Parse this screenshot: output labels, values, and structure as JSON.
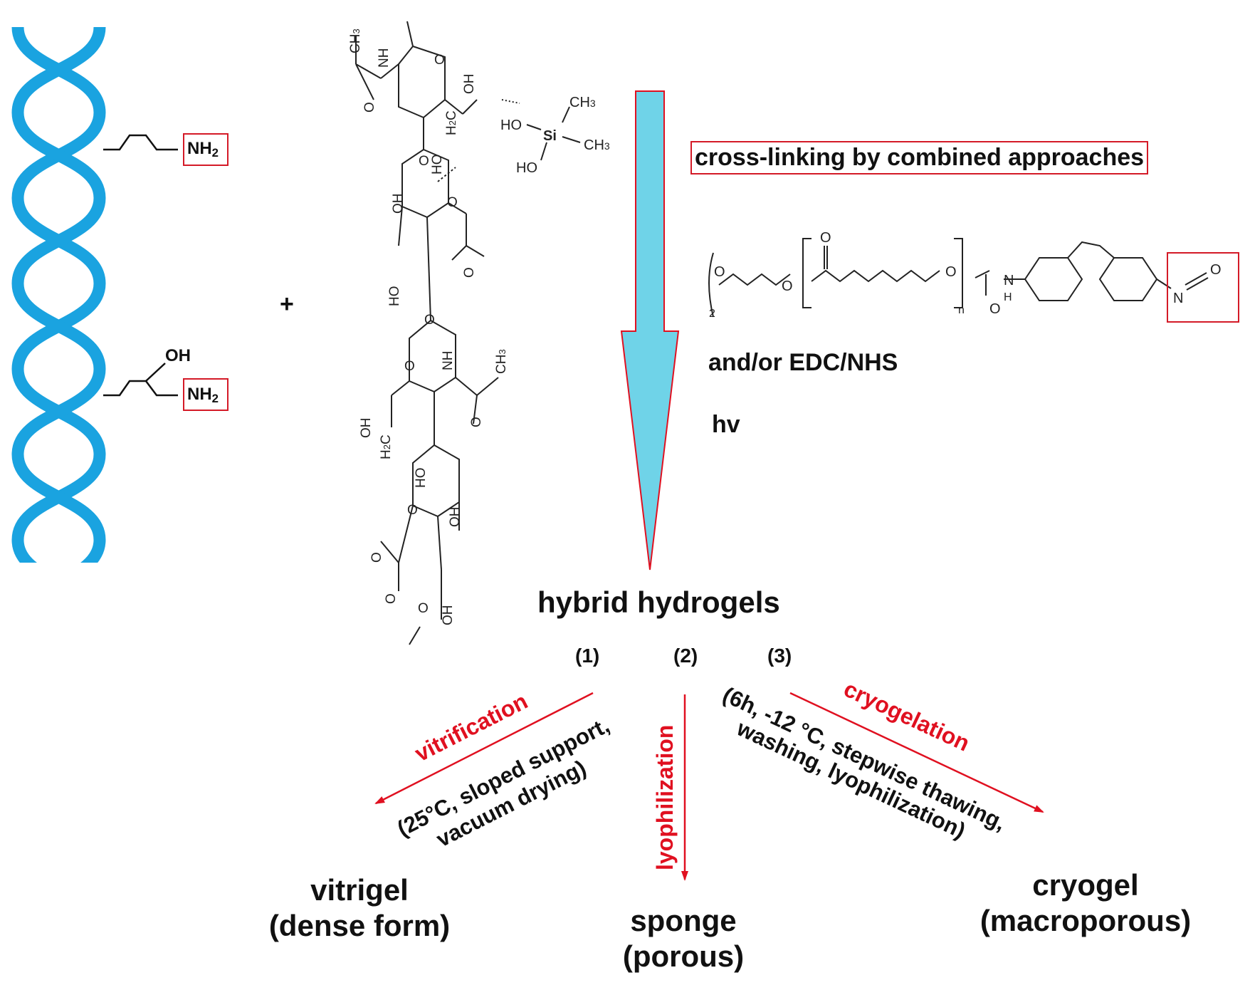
{
  "amine_polymer": {
    "group_1": "NH",
    "group_2": "NH",
    "subscript": "2",
    "hydroxyl": "OH"
  },
  "plus_sign": "+",
  "hyaluronan_atoms": {
    "ch3": "CH",
    "three": "3",
    "nh": "NH",
    "o": "O",
    "oh": "OH",
    "ho": "HO",
    "h2c": "H",
    "two": "2",
    "c": "C"
  },
  "silanol": {
    "ho": "HO",
    "si": "Si",
    "ch3": "CH",
    "three": "3"
  },
  "crosslinker": {
    "o": "O",
    "n": "N",
    "nh": "N",
    "h": "H",
    "two": "2",
    "n_index": "n"
  },
  "crosslinking_title": "cross-linking by combined approaches",
  "edc_label": "and/or EDC/NHS",
  "hv_label": "hv",
  "product_label": "hybrid hydrogels",
  "routes": [
    {
      "number": "(1)",
      "method": "vitrification",
      "cond_line1": "(25°C, sloped support,",
      "cond_line2": "vacuum drying)",
      "result_line1": "vitrigel",
      "result_line2": "(dense form)"
    },
    {
      "number": "(2)",
      "method": "lyophilization",
      "result_line1": "sponge",
      "result_line2": "(porous)"
    },
    {
      "number": "(3)",
      "method": "cryogelation",
      "cond_line1": "(6h, -12 °C, stepwise thawing,",
      "cond_line2": "washing, lyophilization)",
      "result_line1": "cryogel",
      "result_line2": "(macroporous)"
    }
  ],
  "colors": {
    "helix": "#1aa3e0",
    "arrow_fill": "#6fd3e8",
    "arrow_outline": "#e01020",
    "accent_red": "#e01020",
    "ink": "#111111"
  }
}
